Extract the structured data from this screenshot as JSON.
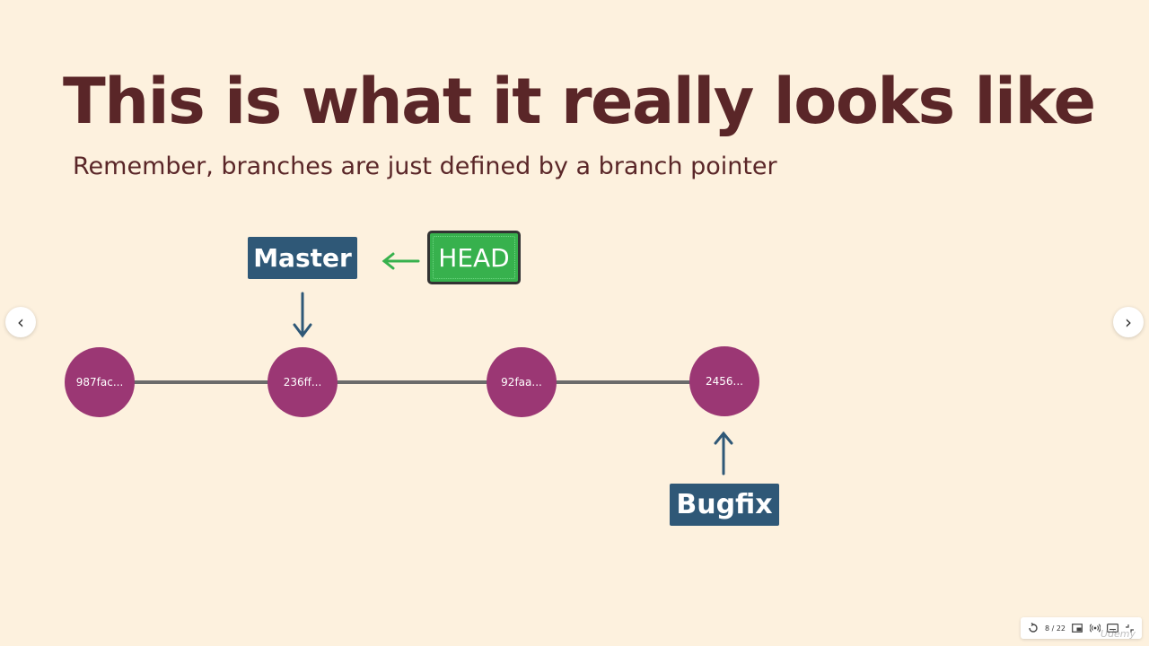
{
  "slide": {
    "title": "This is what it really looks like",
    "subtitle": "Remember, branches are just defined by a branch pointer"
  },
  "diagram": {
    "branches": {
      "master": "Master",
      "bugfix": "Bugfix"
    },
    "head": "HEAD",
    "commits": [
      "987fac...",
      "236ff...",
      "92faa...",
      "2456..."
    ]
  },
  "colors": {
    "background": "#fdf1de",
    "title": "#5a2628",
    "branch_label": "#2f5877",
    "head": "#37b14d",
    "commit": "#9b3774",
    "line": "#6b6b6b"
  },
  "player": {
    "prev_icon": "‹",
    "next_icon": "›",
    "page_counter": "8 / 22",
    "watermark": "Udemy",
    "icons": [
      "replay-icon",
      "picture-in-picture-icon",
      "broadcast-icon",
      "captions-icon",
      "fullscreen-exit-icon"
    ]
  }
}
